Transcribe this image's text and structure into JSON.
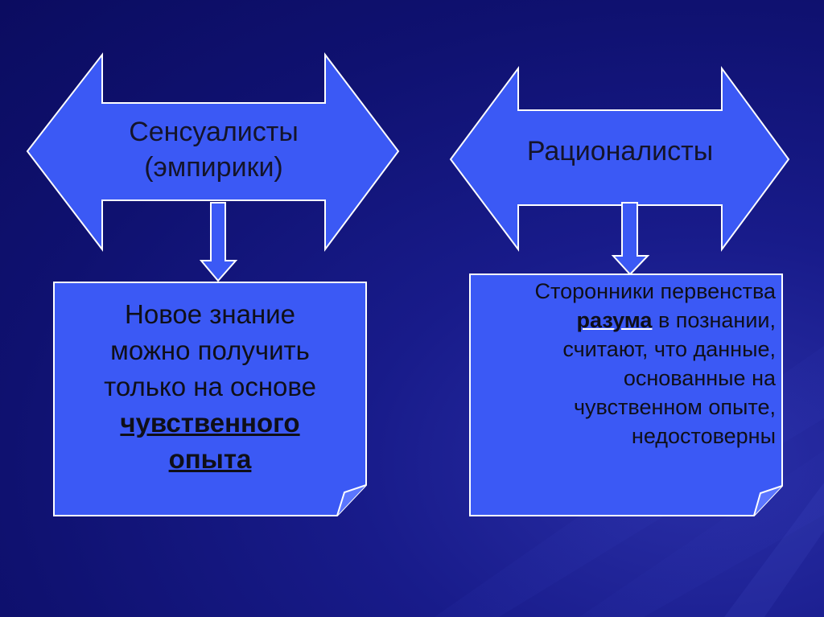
{
  "slide": {
    "arrow_left": {
      "line1": "Сенсуалисты",
      "line2": "(эмпирики)"
    },
    "arrow_right": {
      "label": "Рационалисты"
    },
    "box_left": {
      "line1": "Новое знание",
      "line2": "можно получить",
      "line3": "только на основе",
      "emphasis_line1": "чувственного",
      "emphasis_line2": "опыта"
    },
    "box_right": {
      "line1": "Сторонники первенства",
      "emphasis_word": "разума",
      "line2_rest": " в познании,",
      "line3": "считают, что данные,",
      "line4": "основанные на",
      "line5": "чувственном опыте,",
      "line6": "недостоверны"
    }
  },
  "colors": {
    "background": "#13167c",
    "shape_fill": "#3b59f5",
    "shape_stroke": "#ffffff",
    "text": "#0f0f18"
  }
}
